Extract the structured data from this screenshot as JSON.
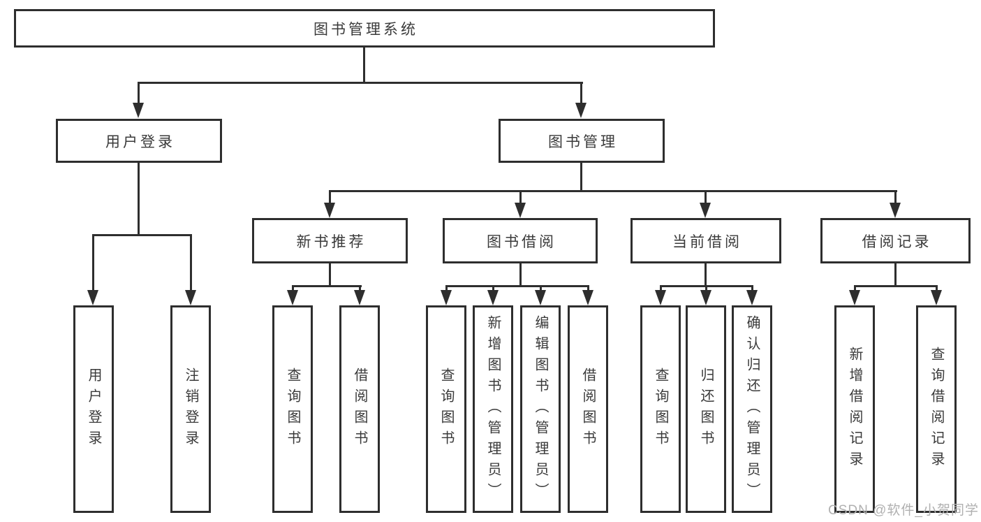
{
  "colors": {
    "line": "#2e2e2e",
    "border": "#2e2e2e",
    "text": "#3a3a3a",
    "watermark": "#b0b0b0",
    "bg": "#ffffff"
  },
  "tree": {
    "label": "图书管理系统",
    "children": [
      {
        "label": "用户登录",
        "children": [
          {
            "label": "用户登录"
          },
          {
            "label": "注销登录"
          }
        ]
      },
      {
        "label": "图书管理",
        "children": [
          {
            "label": "新书推荐",
            "children": [
              {
                "label": "查询图书"
              },
              {
                "label": "借阅图书"
              }
            ]
          },
          {
            "label": "图书借阅",
            "children": [
              {
                "label": "查询图书"
              },
              {
                "label": "新增图书（管理员）"
              },
              {
                "label": "编辑图书（管理员）"
              },
              {
                "label": "借阅图书"
              }
            ]
          },
          {
            "label": "当前借阅",
            "children": [
              {
                "label": "查询图书"
              },
              {
                "label": "归还图书"
              },
              {
                "label": "确认归还（管理员）"
              }
            ]
          },
          {
            "label": "借阅记录",
            "children": [
              {
                "label": "新增借阅记录"
              },
              {
                "label": "查询借阅记录"
              }
            ]
          }
        ]
      }
    ]
  },
  "watermark": {
    "text": "CSDN @软件_小贺同学"
  }
}
